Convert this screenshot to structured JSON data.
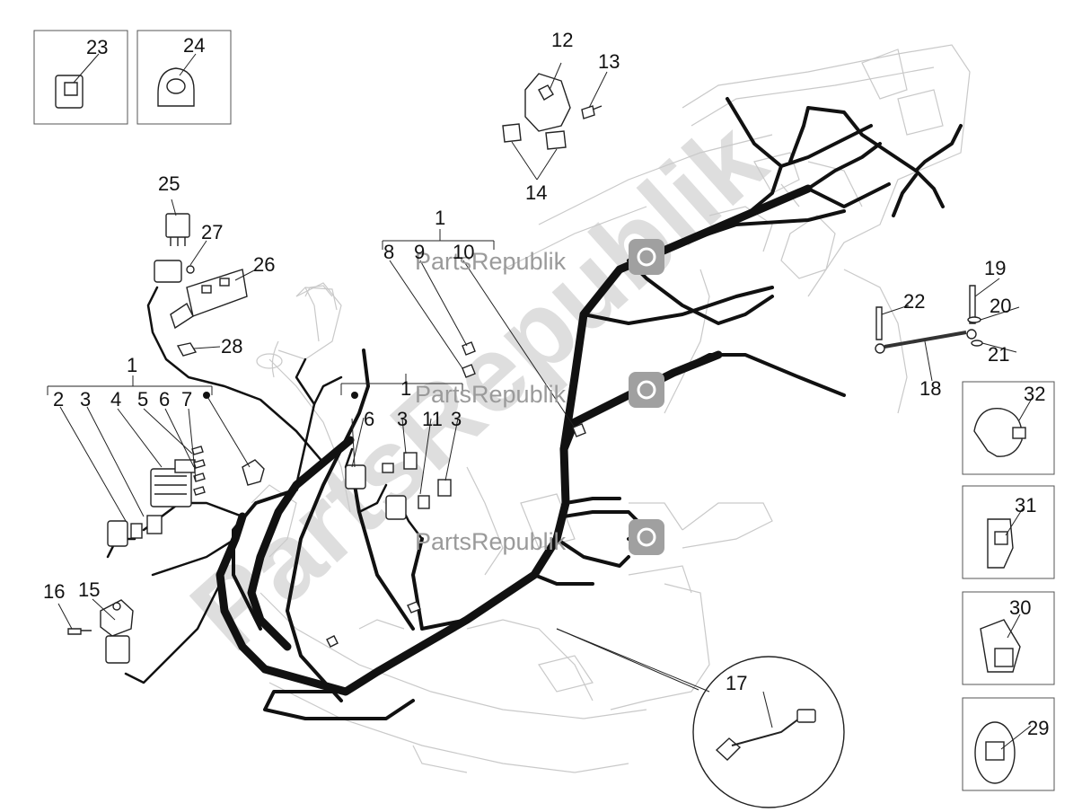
{
  "watermark": {
    "text": "PartsRepublik"
  },
  "callouts": {
    "n1a": "1",
    "n1b": "1",
    "n1c": "1",
    "n2": "2",
    "n3a": "3",
    "n3b": "3",
    "n3c": "3",
    "n4": "4",
    "n5": "5",
    "n6a": "6",
    "n6b": "6",
    "n7": "7",
    "n8": "8",
    "n9": "9",
    "n10": "10",
    "n11": "11",
    "n12": "12",
    "n13": "13",
    "n14": "14",
    "n15": "15",
    "n16": "16",
    "n17": "17",
    "n18": "18",
    "n19": "19",
    "n20": "20",
    "n21": "21",
    "n22": "22",
    "n23": "23",
    "n24": "24",
    "n25": "25",
    "n26": "26",
    "n27": "27",
    "n28": "28",
    "n29": "29",
    "n30": "30",
    "n31": "31",
    "n32": "32"
  }
}
